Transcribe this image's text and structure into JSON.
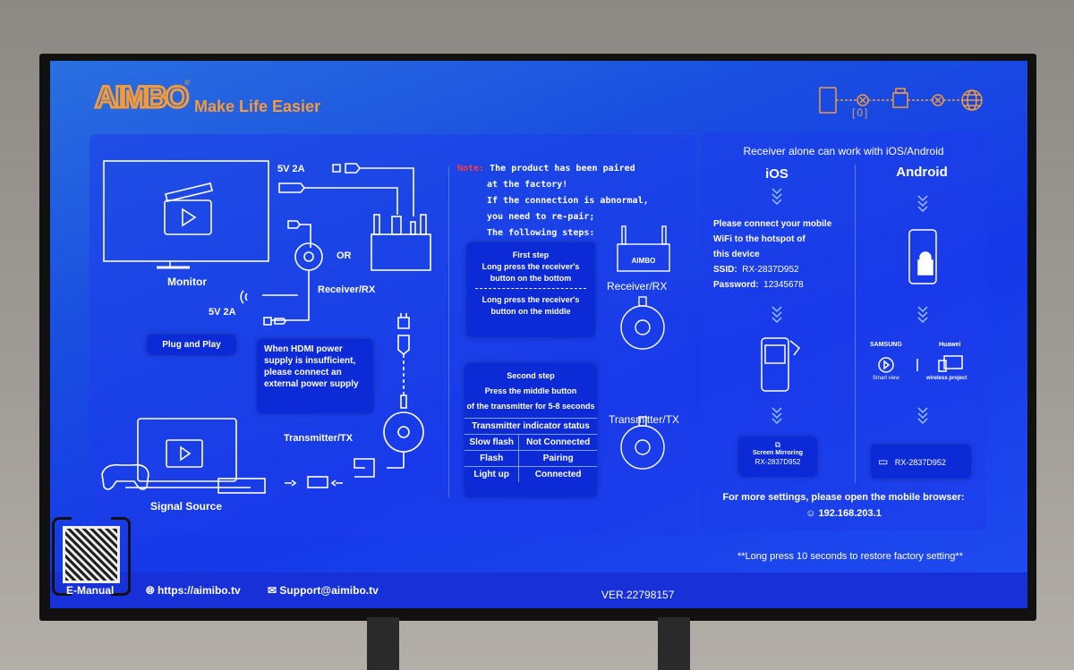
{
  "header": {
    "brand": "AIMBO",
    "tagline": "Make Life Easier",
    "status_count": "[0]"
  },
  "left": {
    "monitor_label": "Monitor",
    "power_top": "5V 2A",
    "power_bottom": "5V 2A",
    "or_label": "OR",
    "receiver_label": "Receiver/RX",
    "plug_and_play": "Plug and Play",
    "hdmi_note": "When HDMI power supply is insufficient, please connect an external power supply",
    "transmitter_label": "Transmitter/TX",
    "signal_source_label": "Signal Source"
  },
  "pairing": {
    "note_label": "Note:",
    "note_lines": [
      "The product has been paired",
      "at the factory!",
      "If the connection is abnormal,",
      "you need to re-pair;",
      "The following steps:"
    ],
    "first_step": {
      "title": "First step",
      "line1": "Long press the receiver's button on the bottom",
      "line2": "Long press the receiver's button on the middle"
    },
    "second_step": {
      "title": "Second step",
      "line1": "Press the middle button",
      "line2": "of the transmitter for 5-8 seconds"
    },
    "status_table": {
      "header": "Transmitter indicator status",
      "rows": [
        [
          "Slow flash",
          "Not Connected"
        ],
        [
          "Flash",
          "Pairing"
        ],
        [
          "Light up",
          "Connected"
        ]
      ]
    },
    "receiver_label": "Receiver/RX",
    "transmitter_label": "Transmitter/TX"
  },
  "right": {
    "title": "Receiver alone can work with iOS/Android",
    "ios": {
      "title": "iOS",
      "instructions": [
        "Please connect your mobile",
        "WiFi to the hotspot of",
        "this device"
      ],
      "ssid_label": "SSID:",
      "ssid": "RX-2837D952",
      "password_label": "Password:",
      "password": "12345678",
      "mirroring_label": "Screen Mirroring",
      "mirroring_device": "RX-2837D952"
    },
    "android": {
      "title": "Android",
      "samsung": "SAMSUNG",
      "smart_view": "Smart view",
      "huawei": "Huawei",
      "wireless_project": "wireless project",
      "device": "RX-2837D952"
    },
    "settings_text": "For more settings, please open the mobile browser:",
    "ip": "192.168.203.1"
  },
  "factory_reset": "**Long press 10 seconds to restore factory setting**",
  "footer": {
    "emanual": "E-Manual",
    "website": "https://aimibo.tv",
    "email": "Support@aimibo.tv",
    "version": "VER.22798157"
  },
  "colors": {
    "accent": "#f39a3a",
    "note": "#ff3b3b",
    "screen": "#1a45e6"
  }
}
